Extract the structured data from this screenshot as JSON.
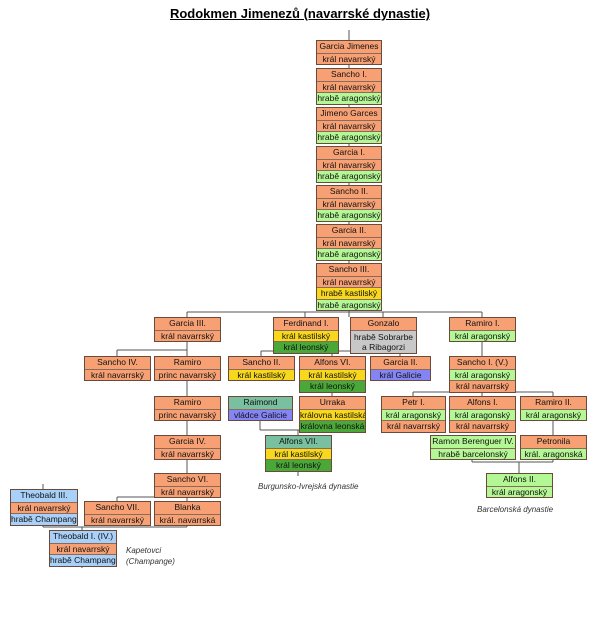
{
  "title": "Rodokmen  Jimenezů (navarrské dynastie)",
  "palette": {
    "navarra": "#f6a074",
    "aragon": "#b4f896",
    "castile": "#f8d81c",
    "leon": "#4aa838",
    "galicia": "#8484f4",
    "sobrarbe": "#c8c8c8",
    "champagne": "#a8d0f8",
    "burgundy": "#78c0a0",
    "barcelona": "#b4f896"
  },
  "persons": [
    {
      "rows": [
        {
          "t": "Garcia Jimenes",
          "c": "navarra"
        },
        {
          "t": "král  navarrský",
          "c": "navarra"
        }
      ]
    },
    {
      "rows": [
        {
          "t": "Sancho I.",
          "c": "navarra"
        },
        {
          "t": "král  navarrský",
          "c": "navarra"
        },
        {
          "t": "hrabě aragonský",
          "c": "aragon"
        }
      ]
    },
    {
      "rows": [
        {
          "t": "Jimeno Garces",
          "c": "navarra"
        },
        {
          "t": "král  navarrský",
          "c": "navarra"
        },
        {
          "t": "hrabě aragonský",
          "c": "aragon"
        }
      ]
    },
    {
      "rows": [
        {
          "t": "Garcia I.",
          "c": "navarra"
        },
        {
          "t": "král  navarrský",
          "c": "navarra"
        },
        {
          "t": "hrabě aragonský",
          "c": "aragon"
        }
      ]
    },
    {
      "rows": [
        {
          "t": "Sancho II.",
          "c": "navarra"
        },
        {
          "t": "král  navarrský",
          "c": "navarra"
        },
        {
          "t": "hrabě aragonský",
          "c": "aragon"
        }
      ]
    },
    {
      "rows": [
        {
          "t": "Garcia II.",
          "c": "navarra"
        },
        {
          "t": "král  navarrský",
          "c": "navarra"
        },
        {
          "t": "hrabě aragonský",
          "c": "aragon"
        }
      ]
    },
    {
      "rows": [
        {
          "t": "Sancho III.",
          "c": "navarra"
        },
        {
          "t": "král  navarrský",
          "c": "navarra"
        },
        {
          "t": "hrabě kastilský",
          "c": "castile"
        },
        {
          "t": "hrabě aragonský",
          "c": "aragon"
        }
      ]
    },
    {
      "rows": [
        {
          "t": "Garcia III.",
          "c": "navarra"
        },
        {
          "t": "král  navarrský",
          "c": "navarra"
        }
      ]
    },
    {
      "rows": [
        {
          "t": "Ferdinand I.",
          "c": "navarra"
        },
        {
          "t": "král kastilský",
          "c": "castile"
        },
        {
          "t": "král leonský",
          "c": "leon"
        }
      ]
    },
    {
      "rows": [
        {
          "t": "Gonzalo",
          "c": "navarra"
        },
        {
          "t": "hrabě Sobrarbe a Ribagorzi",
          "c": "sobrarbe",
          "multi": true
        }
      ]
    },
    {
      "rows": [
        {
          "t": "Ramiro I.",
          "c": "navarra"
        },
        {
          "t": "král  aragonský",
          "c": "aragon"
        }
      ]
    },
    {
      "rows": [
        {
          "t": "Sancho IV.",
          "c": "navarra"
        },
        {
          "t": "král  navarrský",
          "c": "navarra"
        }
      ]
    },
    {
      "rows": [
        {
          "t": "Ramiro",
          "c": "navarra"
        },
        {
          "t": "princ navarrský",
          "c": "navarra"
        }
      ]
    },
    {
      "rows": [
        {
          "t": "Sancho II.",
          "c": "navarra"
        },
        {
          "t": "král kastilský",
          "c": "castile"
        }
      ]
    },
    {
      "rows": [
        {
          "t": "Alfons VI.",
          "c": "navarra"
        },
        {
          "t": "král kastilský",
          "c": "castile"
        },
        {
          "t": "král leonský",
          "c": "leon"
        }
      ]
    },
    {
      "rows": [
        {
          "t": "Garcia II.",
          "c": "navarra"
        },
        {
          "t": "král Galicie",
          "c": "galicia"
        }
      ]
    },
    {
      "rows": [
        {
          "t": "Sancho I. (V.)",
          "c": "navarra"
        },
        {
          "t": "král  aragonský",
          "c": "aragon"
        },
        {
          "t": "král  navarrský",
          "c": "navarra"
        }
      ]
    },
    {
      "rows": [
        {
          "t": "Ramiro",
          "c": "navarra"
        },
        {
          "t": "princ navarrský",
          "c": "navarra"
        }
      ]
    },
    {
      "rows": [
        {
          "t": "Raimond",
          "c": "burgundy"
        },
        {
          "t": "vládce Galicie",
          "c": "galicia"
        }
      ]
    },
    {
      "rows": [
        {
          "t": "Urraka",
          "c": "navarra"
        },
        {
          "t": "královna kastilská",
          "c": "castile"
        },
        {
          "t": "královna leonská",
          "c": "leon"
        }
      ]
    },
    {
      "rows": [
        {
          "t": "Petr I.",
          "c": "navarra"
        },
        {
          "t": "král  aragonský",
          "c": "aragon"
        },
        {
          "t": "král  navarrský",
          "c": "navarra"
        }
      ]
    },
    {
      "rows": [
        {
          "t": "Alfons I.",
          "c": "navarra"
        },
        {
          "t": "král  aragonský",
          "c": "aragon"
        },
        {
          "t": "král  navarrský",
          "c": "navarra"
        }
      ]
    },
    {
      "rows": [
        {
          "t": "Ramiro II.",
          "c": "navarra"
        },
        {
          "t": "král  aragonský",
          "c": "aragon"
        }
      ]
    },
    {
      "rows": [
        {
          "t": "Garcia IV.",
          "c": "navarra"
        },
        {
          "t": "král  navarrský",
          "c": "navarra"
        }
      ]
    },
    {
      "rows": [
        {
          "t": "Alfons VII.",
          "c": "burgundy"
        },
        {
          "t": "král kastilský",
          "c": "castile"
        },
        {
          "t": "král leonský",
          "c": "leon"
        }
      ]
    },
    {
      "rows": [
        {
          "t": "Ramon Berenguer IV.",
          "c": "barcelona"
        },
        {
          "t": "hrabě barcelonský",
          "c": "barcelona"
        }
      ]
    },
    {
      "rows": [
        {
          "t": "Petronila",
          "c": "navarra"
        },
        {
          "t": "král. aragonská",
          "c": "aragon"
        }
      ]
    },
    {
      "rows": [
        {
          "t": "Sancho VI.",
          "c": "navarra"
        },
        {
          "t": "král  navarrský",
          "c": "navarra"
        }
      ]
    },
    {
      "rows": [
        {
          "t": "Alfons II.",
          "c": "barcelona"
        },
        {
          "t": "král  aragonský",
          "c": "barcelona"
        }
      ]
    },
    {
      "rows": [
        {
          "t": "Theobald III.",
          "c": "champagne"
        },
        {
          "t": "král  navarrský",
          "c": "navarra"
        },
        {
          "t": "hrabě Champange",
          "c": "champagne"
        }
      ]
    },
    {
      "rows": [
        {
          "t": "Sancho VII.",
          "c": "navarra"
        },
        {
          "t": "král  navarrský",
          "c": "navarra"
        }
      ]
    },
    {
      "rows": [
        {
          "t": "Blanka",
          "c": "navarra"
        },
        {
          "t": "král. navarrská",
          "c": "navarra"
        }
      ]
    },
    {
      "rows": [
        {
          "t": "Theobald I. (IV.)",
          "c": "champagne"
        },
        {
          "t": "král  navarrský",
          "c": "navarra"
        },
        {
          "t": "hrabě Champange",
          "c": "champagne"
        }
      ]
    }
  ],
  "notes": {
    "burgundy": "Burgunsko-Ivrejská dynastie",
    "barcelona": "Barcelonská dynastie",
    "capetians": "Kapetovci\n(Champange)"
  }
}
